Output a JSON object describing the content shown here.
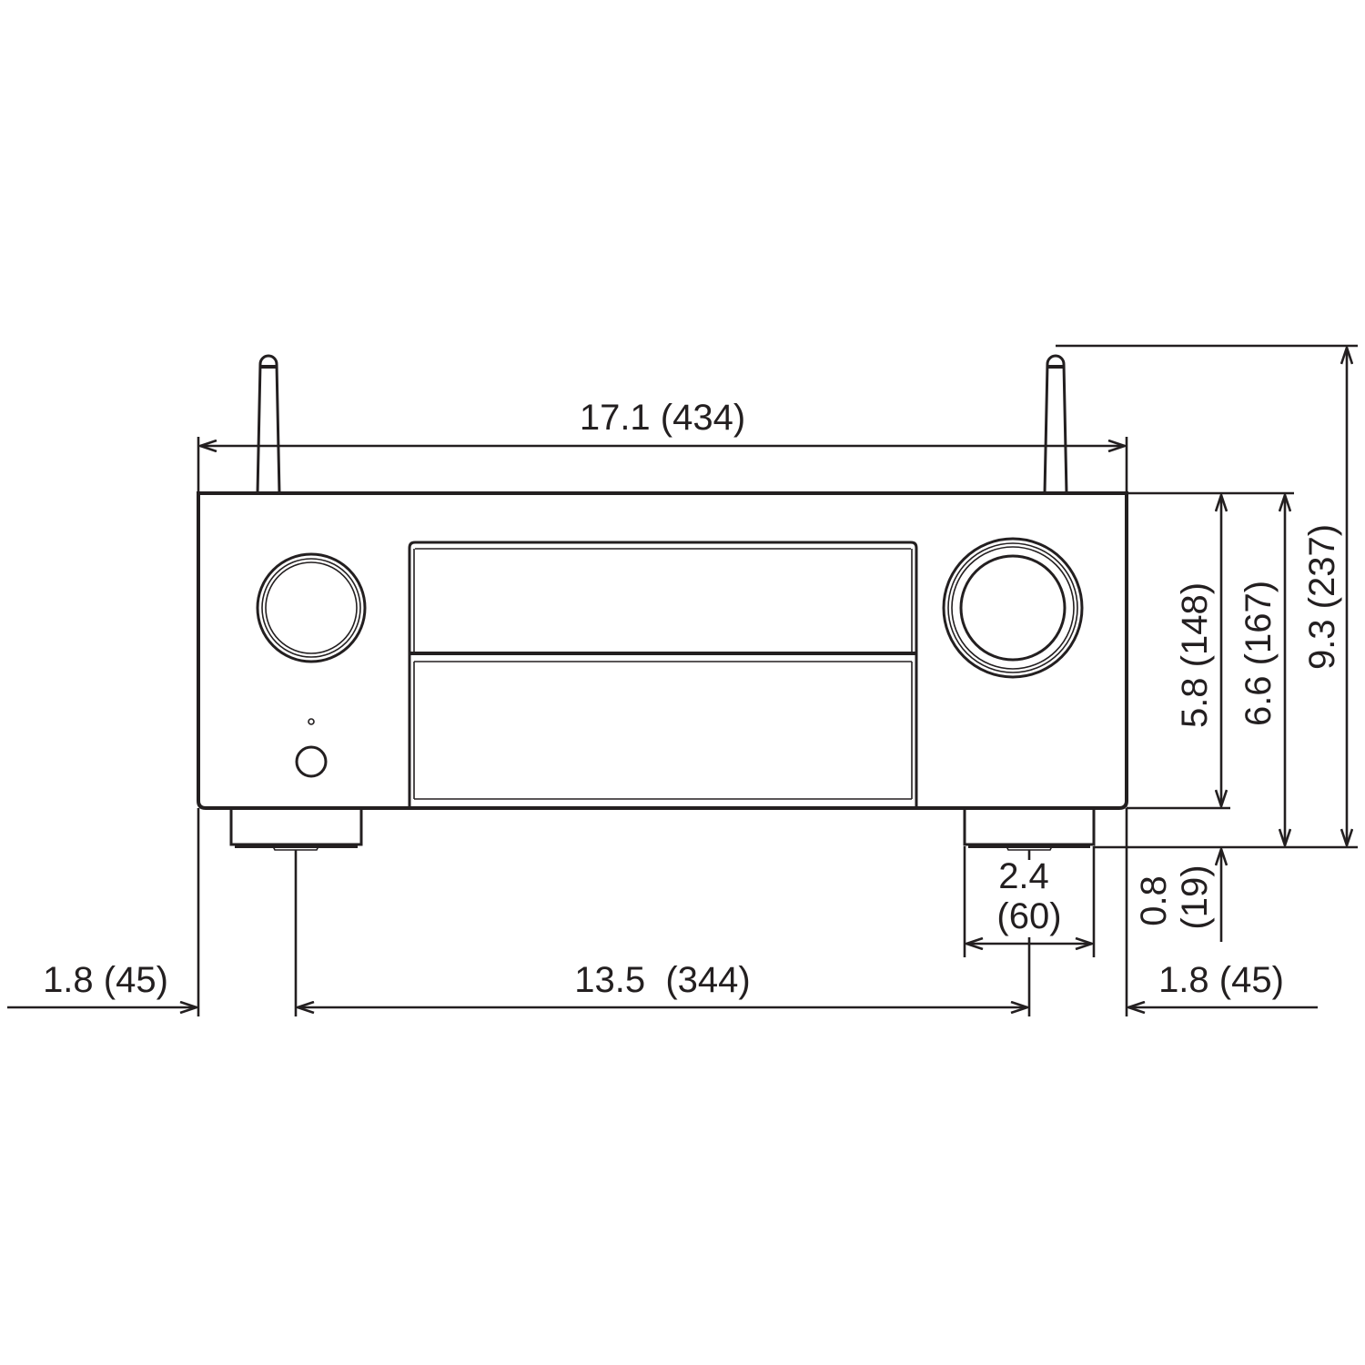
{
  "dimensions": {
    "overall_width": "17.1 (434)",
    "body_height": "5.8 (148)",
    "height_with_feet": "6.6 (167)",
    "height_with_antenna": "9.3 (237)",
    "foot_height_in": "0.8",
    "foot_height_mm": "(19)",
    "foot_width_in": "2.4",
    "foot_width_mm": "(60)",
    "left_offset": "1.8 (45)",
    "foot_spacing": "13.5  (344)",
    "right_offset": "1.8 (45)"
  },
  "colors": {
    "line": "#231f20",
    "background": "#ffffff"
  }
}
